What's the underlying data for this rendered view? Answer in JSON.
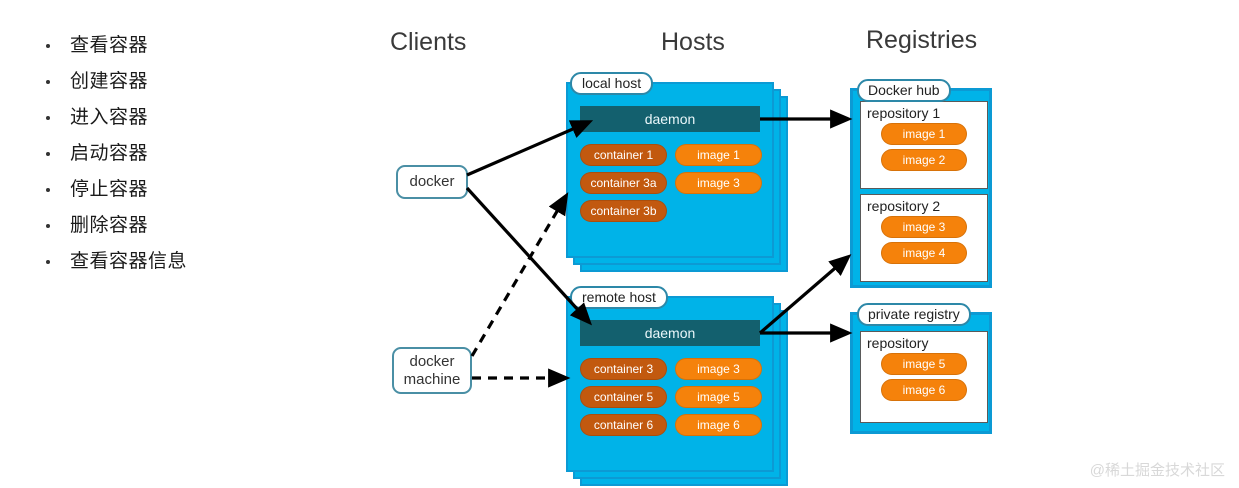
{
  "bullets": [
    "查看容器",
    "创建容器",
    "进入容器",
    "启动容器",
    "停止容器",
    "删除容器",
    "查看容器信息"
  ],
  "diagram": {
    "columns": {
      "clients": "Clients",
      "hosts": "Hosts",
      "registries": "Registries"
    },
    "clients": [
      {
        "id": "docker",
        "label": "docker"
      },
      {
        "id": "docker-machine",
        "line1": "docker",
        "line2": "machine"
      }
    ],
    "hosts": [
      {
        "id": "local-host",
        "label": "local host",
        "daemon": "daemon",
        "rows": [
          {
            "container": "container 1",
            "image": "image 1"
          },
          {
            "container": "container 3a",
            "image": "image 3"
          },
          {
            "container": "container 3b",
            "image": ""
          }
        ]
      },
      {
        "id": "remote-host",
        "label": "remote host",
        "daemon": "daemon",
        "rows": [
          {
            "container": "container 3",
            "image": "image 3"
          },
          {
            "container": "container 5",
            "image": "image 5"
          },
          {
            "container": "container 6",
            "image": "image 6"
          }
        ]
      }
    ],
    "registries": [
      {
        "id": "docker-hub",
        "label": "Docker hub",
        "repositories": [
          {
            "title": "repository 1",
            "images": [
              "image 1",
              "image 2"
            ]
          },
          {
            "title": "repository 2",
            "images": [
              "image 3",
              "image 4"
            ]
          }
        ]
      },
      {
        "id": "private-registry",
        "label": "private registry",
        "repositories": [
          {
            "title": "repository",
            "images": [
              "image 5",
              "image 6"
            ]
          }
        ]
      }
    ],
    "colors": {
      "host_fill": "#00b3e8",
      "daemon_fill": "#13606e",
      "container_pill": "#c2590f",
      "image_pill": "#f5820b",
      "label_border": "#2d88a8",
      "arrow": "#000000"
    }
  },
  "watermark": "@稀土掘金技术社区"
}
